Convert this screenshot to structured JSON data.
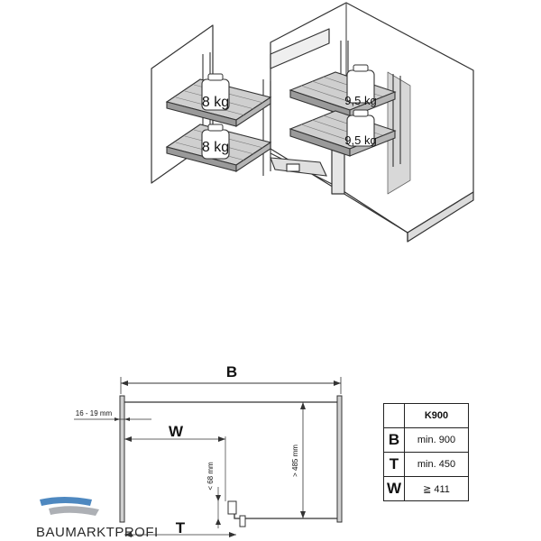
{
  "illustration": {
    "weight_left_top": "8 kg",
    "weight_left_bottom": "8 kg",
    "weight_right_top": "9,5 kg",
    "weight_right_bottom": "9,5 kg"
  },
  "drawing": {
    "label_B": "B",
    "label_W": "W",
    "label_T": "T",
    "dim_panel": "16 - 19 mm",
    "dim_depth": "> 485 mm",
    "dim_gap": "< 68 mm"
  },
  "spec_table": {
    "model": "K900",
    "rows": [
      {
        "key": "B",
        "value": "min. 900"
      },
      {
        "key": "T",
        "value": "min. 450"
      },
      {
        "key": "W",
        "value": "≧ 411"
      }
    ]
  },
  "watermark": {
    "text": "BAUMARKTPROFI",
    "colors": {
      "blue": "#2f73b5",
      "grey": "#8a8f95"
    }
  }
}
